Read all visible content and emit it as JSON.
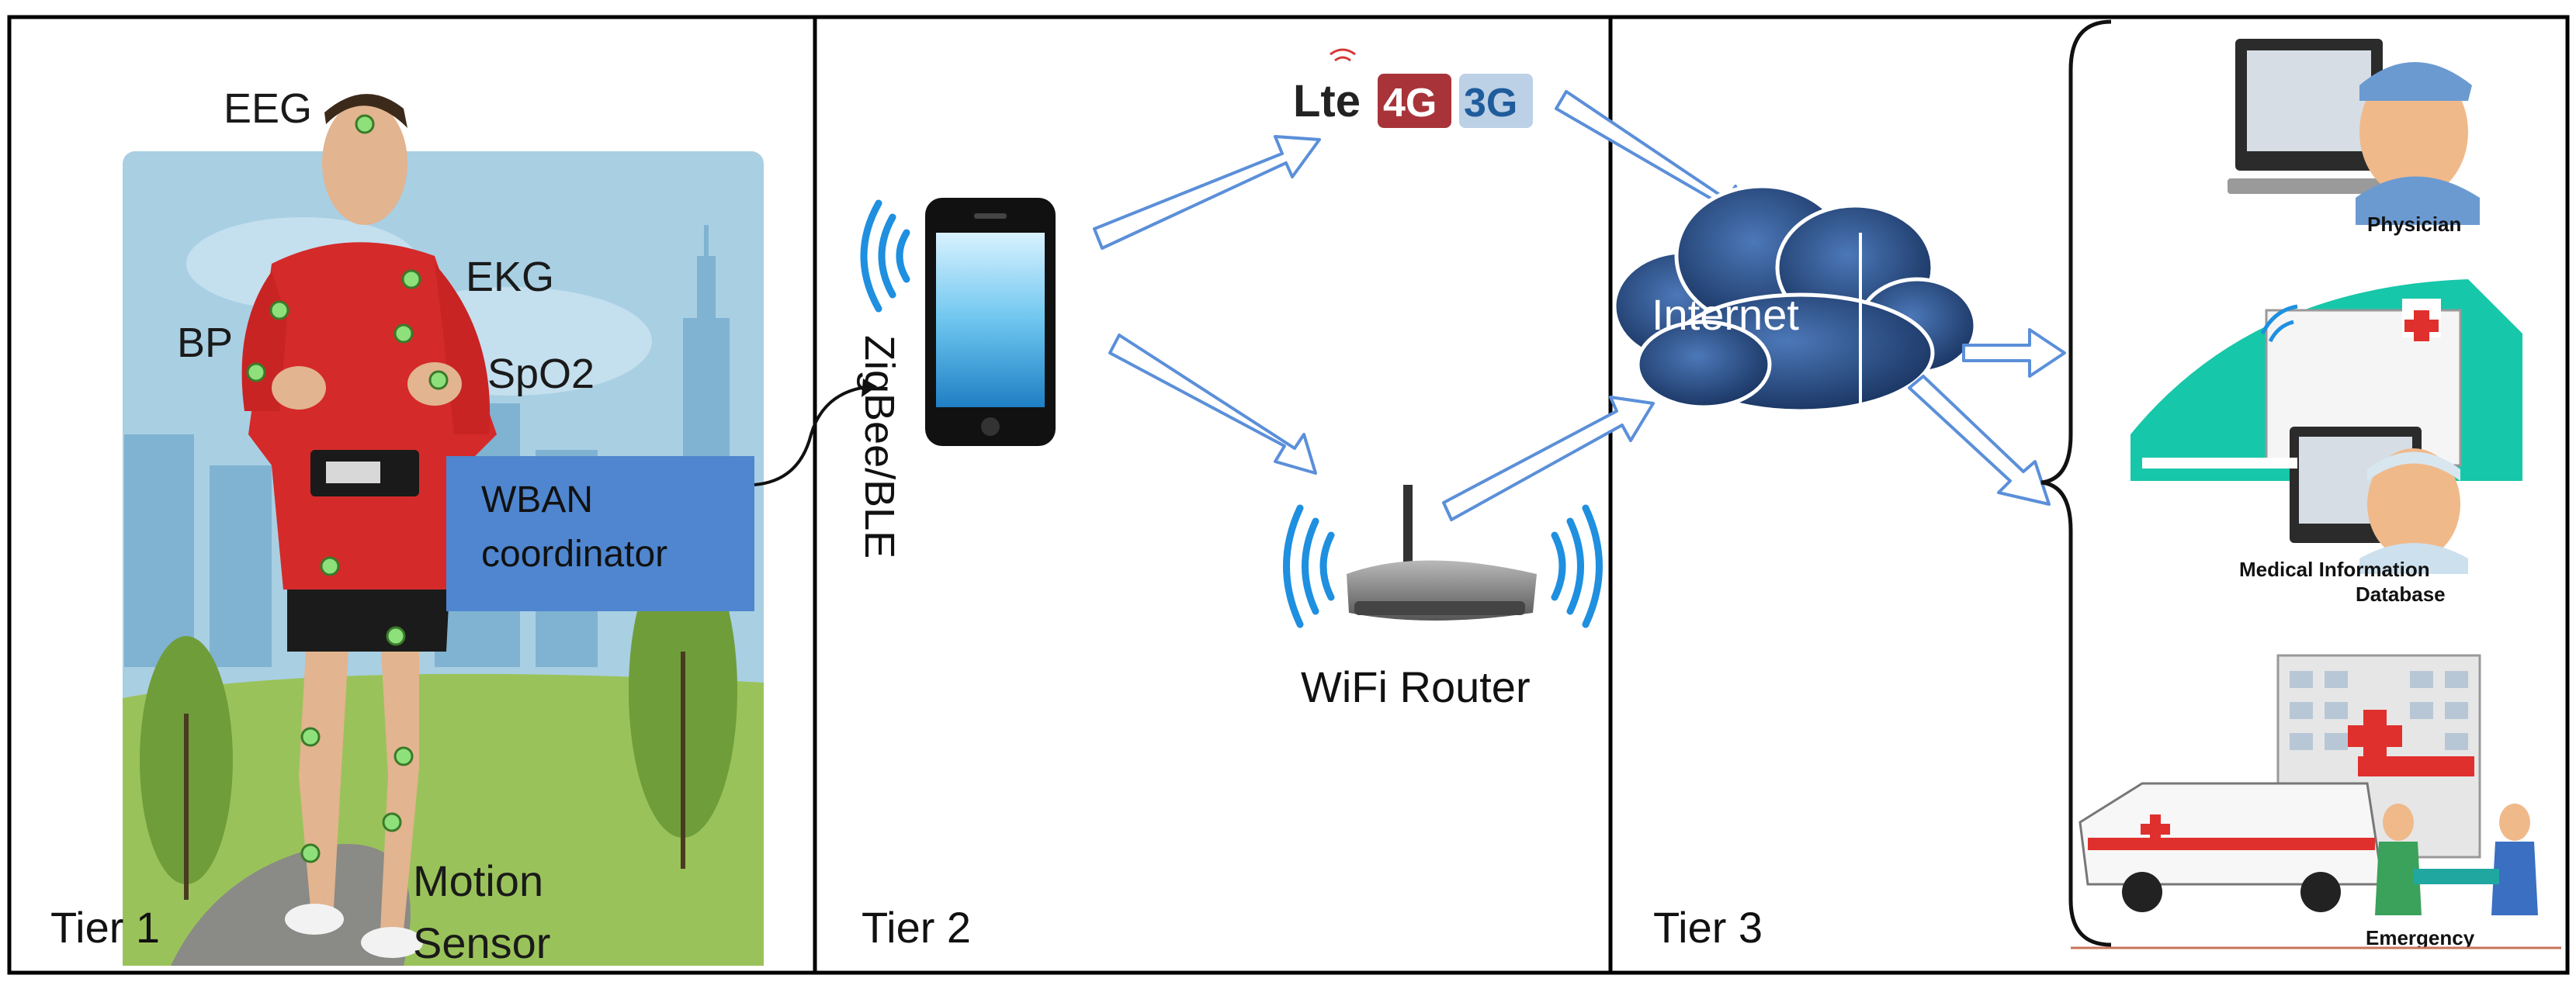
{
  "tiers": {
    "tier1": "Tier 1",
    "tier2": "Tier 2",
    "tier3": "Tier 3"
  },
  "tier1": {
    "sensors": {
      "eeg": "EEG",
      "ekg": "EKG",
      "bp": "BP",
      "spo2": "SpO2",
      "motion": "Motion",
      "sensor": "Sensor"
    },
    "coordinator_line1": "WBAN",
    "coordinator_line2": "coordinator"
  },
  "tier2": {
    "link_label": "ZigBee/BLE",
    "network_lte": "Lte",
    "network_4g": "4G",
    "network_3g": "3G",
    "router_label": "WiFi Router"
  },
  "tier3": {
    "cloud_label": "Internet",
    "physician": "Physician",
    "medical_db_line1": "Medical Information",
    "medical_db_line2": "Database",
    "emergency": "Emergency"
  },
  "colors": {
    "border": "#000000",
    "arrow_stroke": "#5b8fd9",
    "coordinator_fill": "#4f86cf",
    "cloud_fill": "#1f3f75",
    "sky": "#a9cfe3",
    "runner_shirt": "#d42a2a",
    "sensor_dot": "#8ee07a"
  }
}
